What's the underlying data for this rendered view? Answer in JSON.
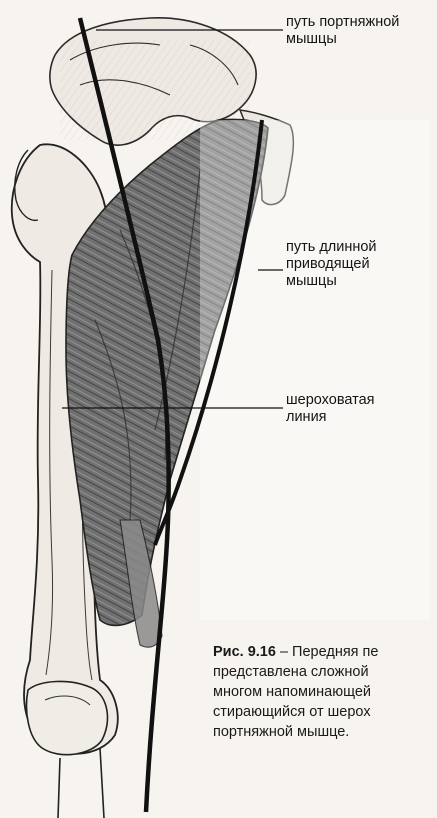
{
  "labels": {
    "sartorius_path": [
      "путь портняжной",
      "мышцы"
    ],
    "adductor_longus_path": [
      "путь длинной",
      "приводящей",
      "мышцы"
    ],
    "linea_aspera": [
      "шероховатая",
      "линия"
    ]
  },
  "caption": {
    "figure_number": "Рис. 9.16",
    "lines": [
      " – Передняя пе",
      "представлена сложной",
      "многом напоминающей",
      "стирающийся от шерох",
      "портняжной мышце."
    ]
  },
  "colors": {
    "paper": "#f7f4ef",
    "bone_outline": "#2a2a2a",
    "muscle_fill": "#6f6f6f",
    "line": "#111111"
  }
}
